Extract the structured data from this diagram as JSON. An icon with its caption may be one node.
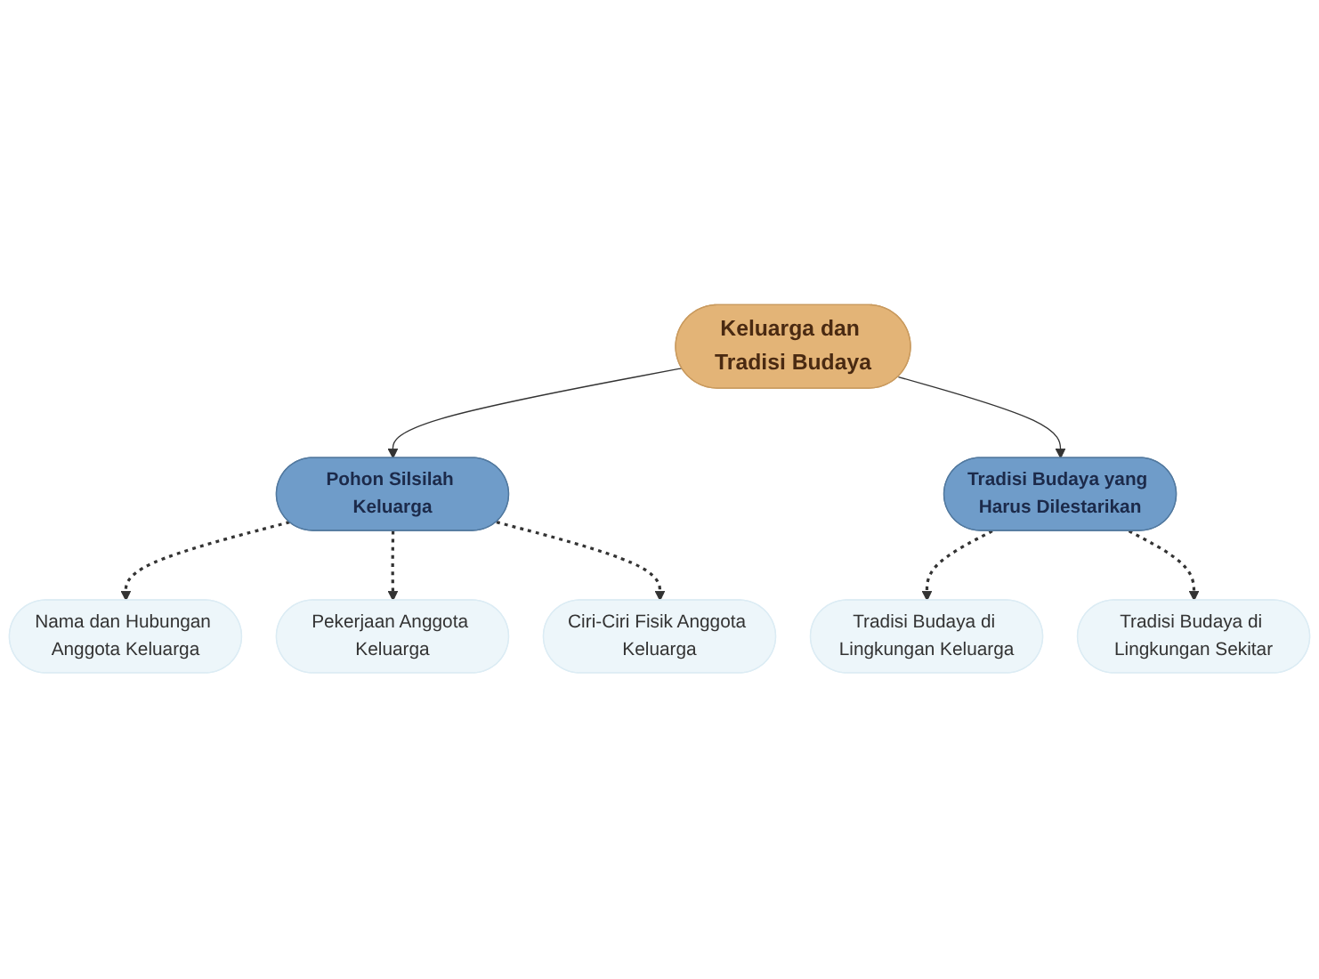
{
  "diagram": {
    "nodes": [
      {
        "text": [
          "Pekerjaan Anggota Keluarga"
        ]
      },
      {
        "text": [
          "Nama dan Hubungan Anggota Keluarga"
        ]
      },
      {
        "text": [
          "Pohon Silsilah Keluarga"
        ]
      },
      {
        "text": [
          "Ciri-Ciri Fisik Anggota Keluarga"
        ]
      },
      {
        "text": [
          "Keluarga dan Tradisi Budaya"
        ]
      },
      {
        "text": [
          "Tradisi Budaya di Lingkungan Keluarga"
        ]
      },
      {
        "text": [
          "Tradisi Budaya yang Harus Dilestarikan"
        ]
      },
      {
        "text": [
          "Tradisi Budaya di Lingkungan Sekitar"
        ]
      }
    ],
    "edges": [
      {
        "from": 4,
        "to": 2,
        "arrow": "to"
      },
      {
        "from": 4,
        "to": 6,
        "arrow": "to"
      },
      {
        "from": 2,
        "to": 1,
        "arrow": "to",
        "style": "dashed"
      },
      {
        "from": 2,
        "to": 0,
        "arrow": "to",
        "style": "dashed"
      },
      {
        "from": 2,
        "to": 3,
        "arrow": "to",
        "style": "dashed"
      },
      {
        "from": 6,
        "to": 5,
        "arrow": "to",
        "style": "dashed"
      },
      {
        "from": 6,
        "to": 7,
        "arrow": "to",
        "style": "dashed"
      }
    ]
  }
}
